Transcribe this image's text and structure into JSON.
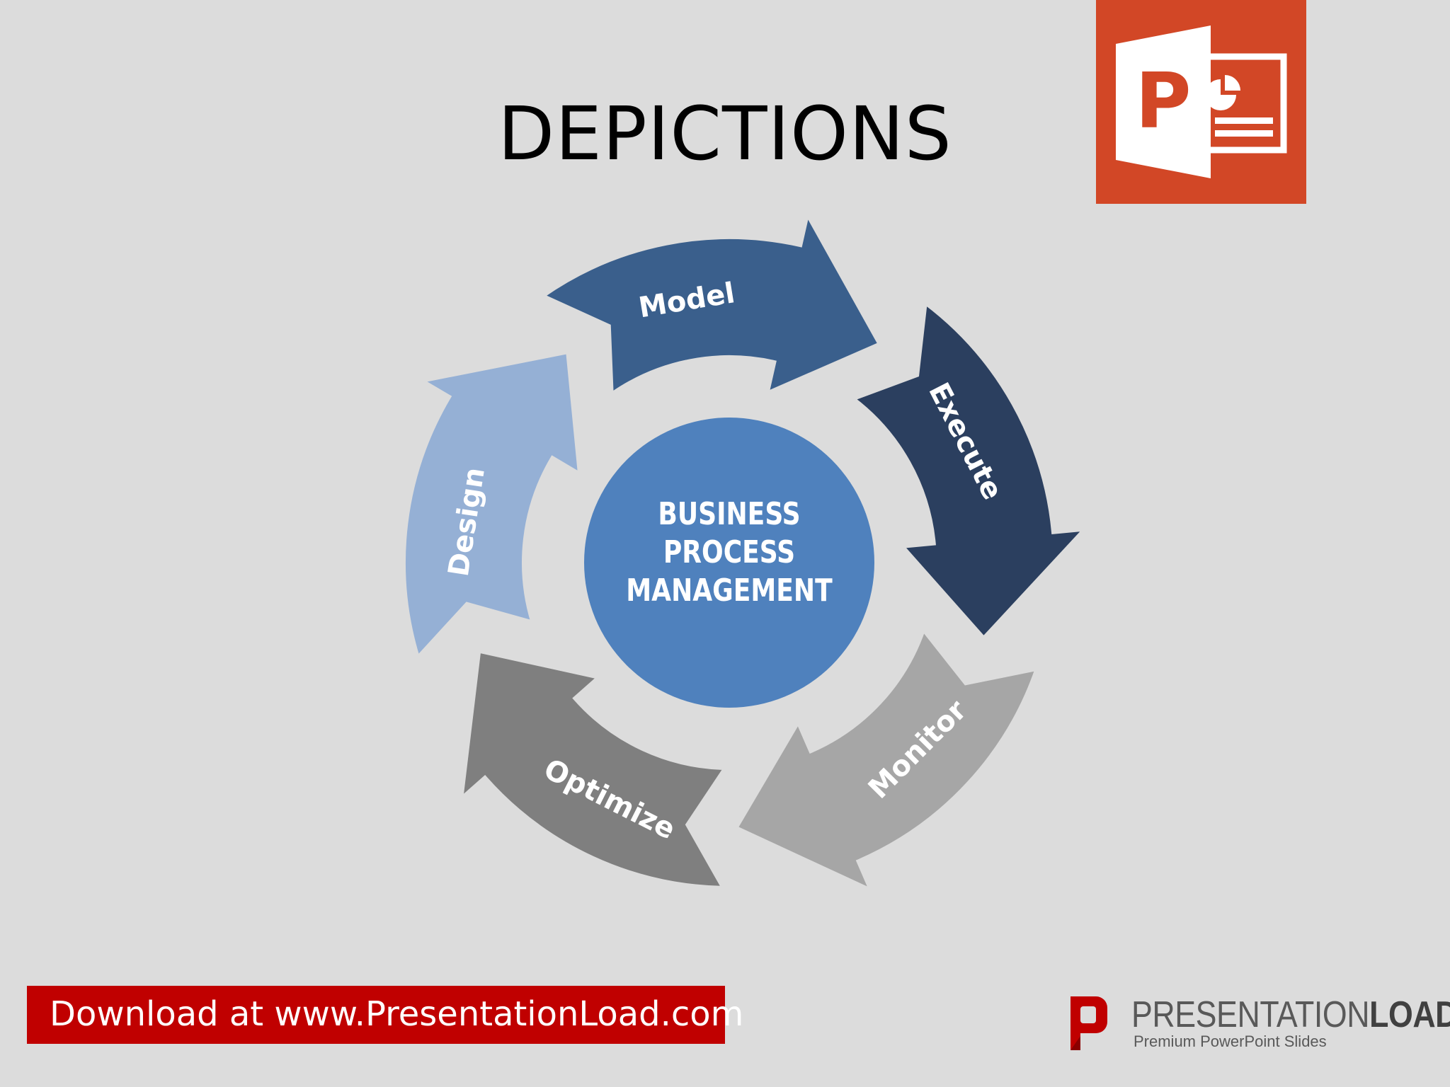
{
  "slide": {
    "title": "DEPICTIONS",
    "background_color": "#dcdcdc"
  },
  "ppt_logo": {
    "icon": "powerpoint-icon",
    "letter": "P",
    "color": "#d24726"
  },
  "diagram": {
    "center_label_lines": [
      "BUSINESS",
      "PROCESS",
      "MANAGEMENT"
    ],
    "center_color": "#4f81bd",
    "stages": [
      {
        "label": "Design",
        "color": "#95b0d5"
      },
      {
        "label": "Model",
        "color": "#3a5f8c"
      },
      {
        "label": "Execute",
        "color": "#2b3f5f"
      },
      {
        "label": "Monitor",
        "color": "#a6a6a6"
      },
      {
        "label": "Optimize",
        "color": "#7f7f7f"
      }
    ]
  },
  "footer": {
    "download_text": "Download at www.PresentationLoad.com",
    "download_bar_color": "#c00000",
    "brand_light": "PRESENTATION",
    "brand_bold": "LOAD",
    "brand_mark": "®",
    "tagline": "Premium PowerPoint Slides",
    "brand_icon": "presentationload-logo-icon"
  }
}
